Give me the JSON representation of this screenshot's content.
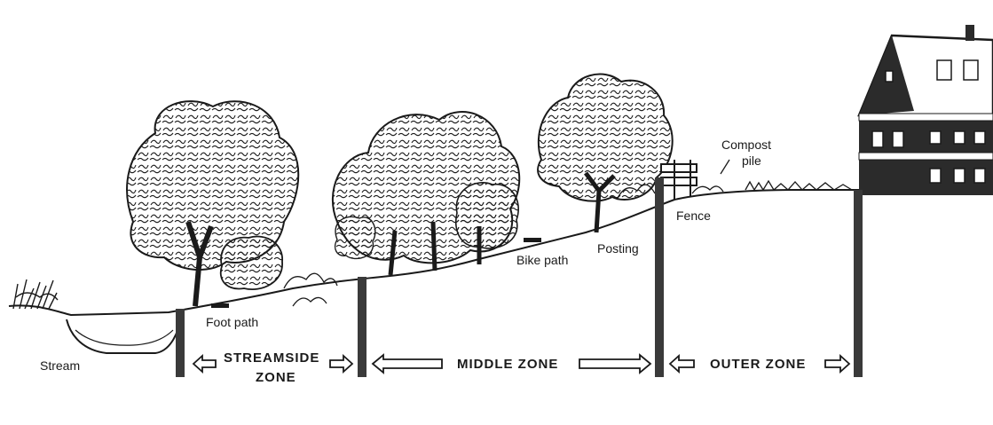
{
  "labels": {
    "stream": "Stream",
    "foot_path": "Foot path",
    "bike_path": "Bike path",
    "posting": "Posting",
    "fence": "Fence",
    "compost_line1": "Compost",
    "compost_line2": "pile"
  },
  "zones": {
    "streamside_line1": "STREAMSIDE",
    "streamside_line2": "ZONE",
    "middle": "MIDDLE ZONE",
    "outer": "OUTER ZONE"
  },
  "colors": {
    "ink": "#1a1a1a",
    "post": "#3a3a3a",
    "house": "#2b2b2b",
    "tree_fill": "#ffffff"
  }
}
